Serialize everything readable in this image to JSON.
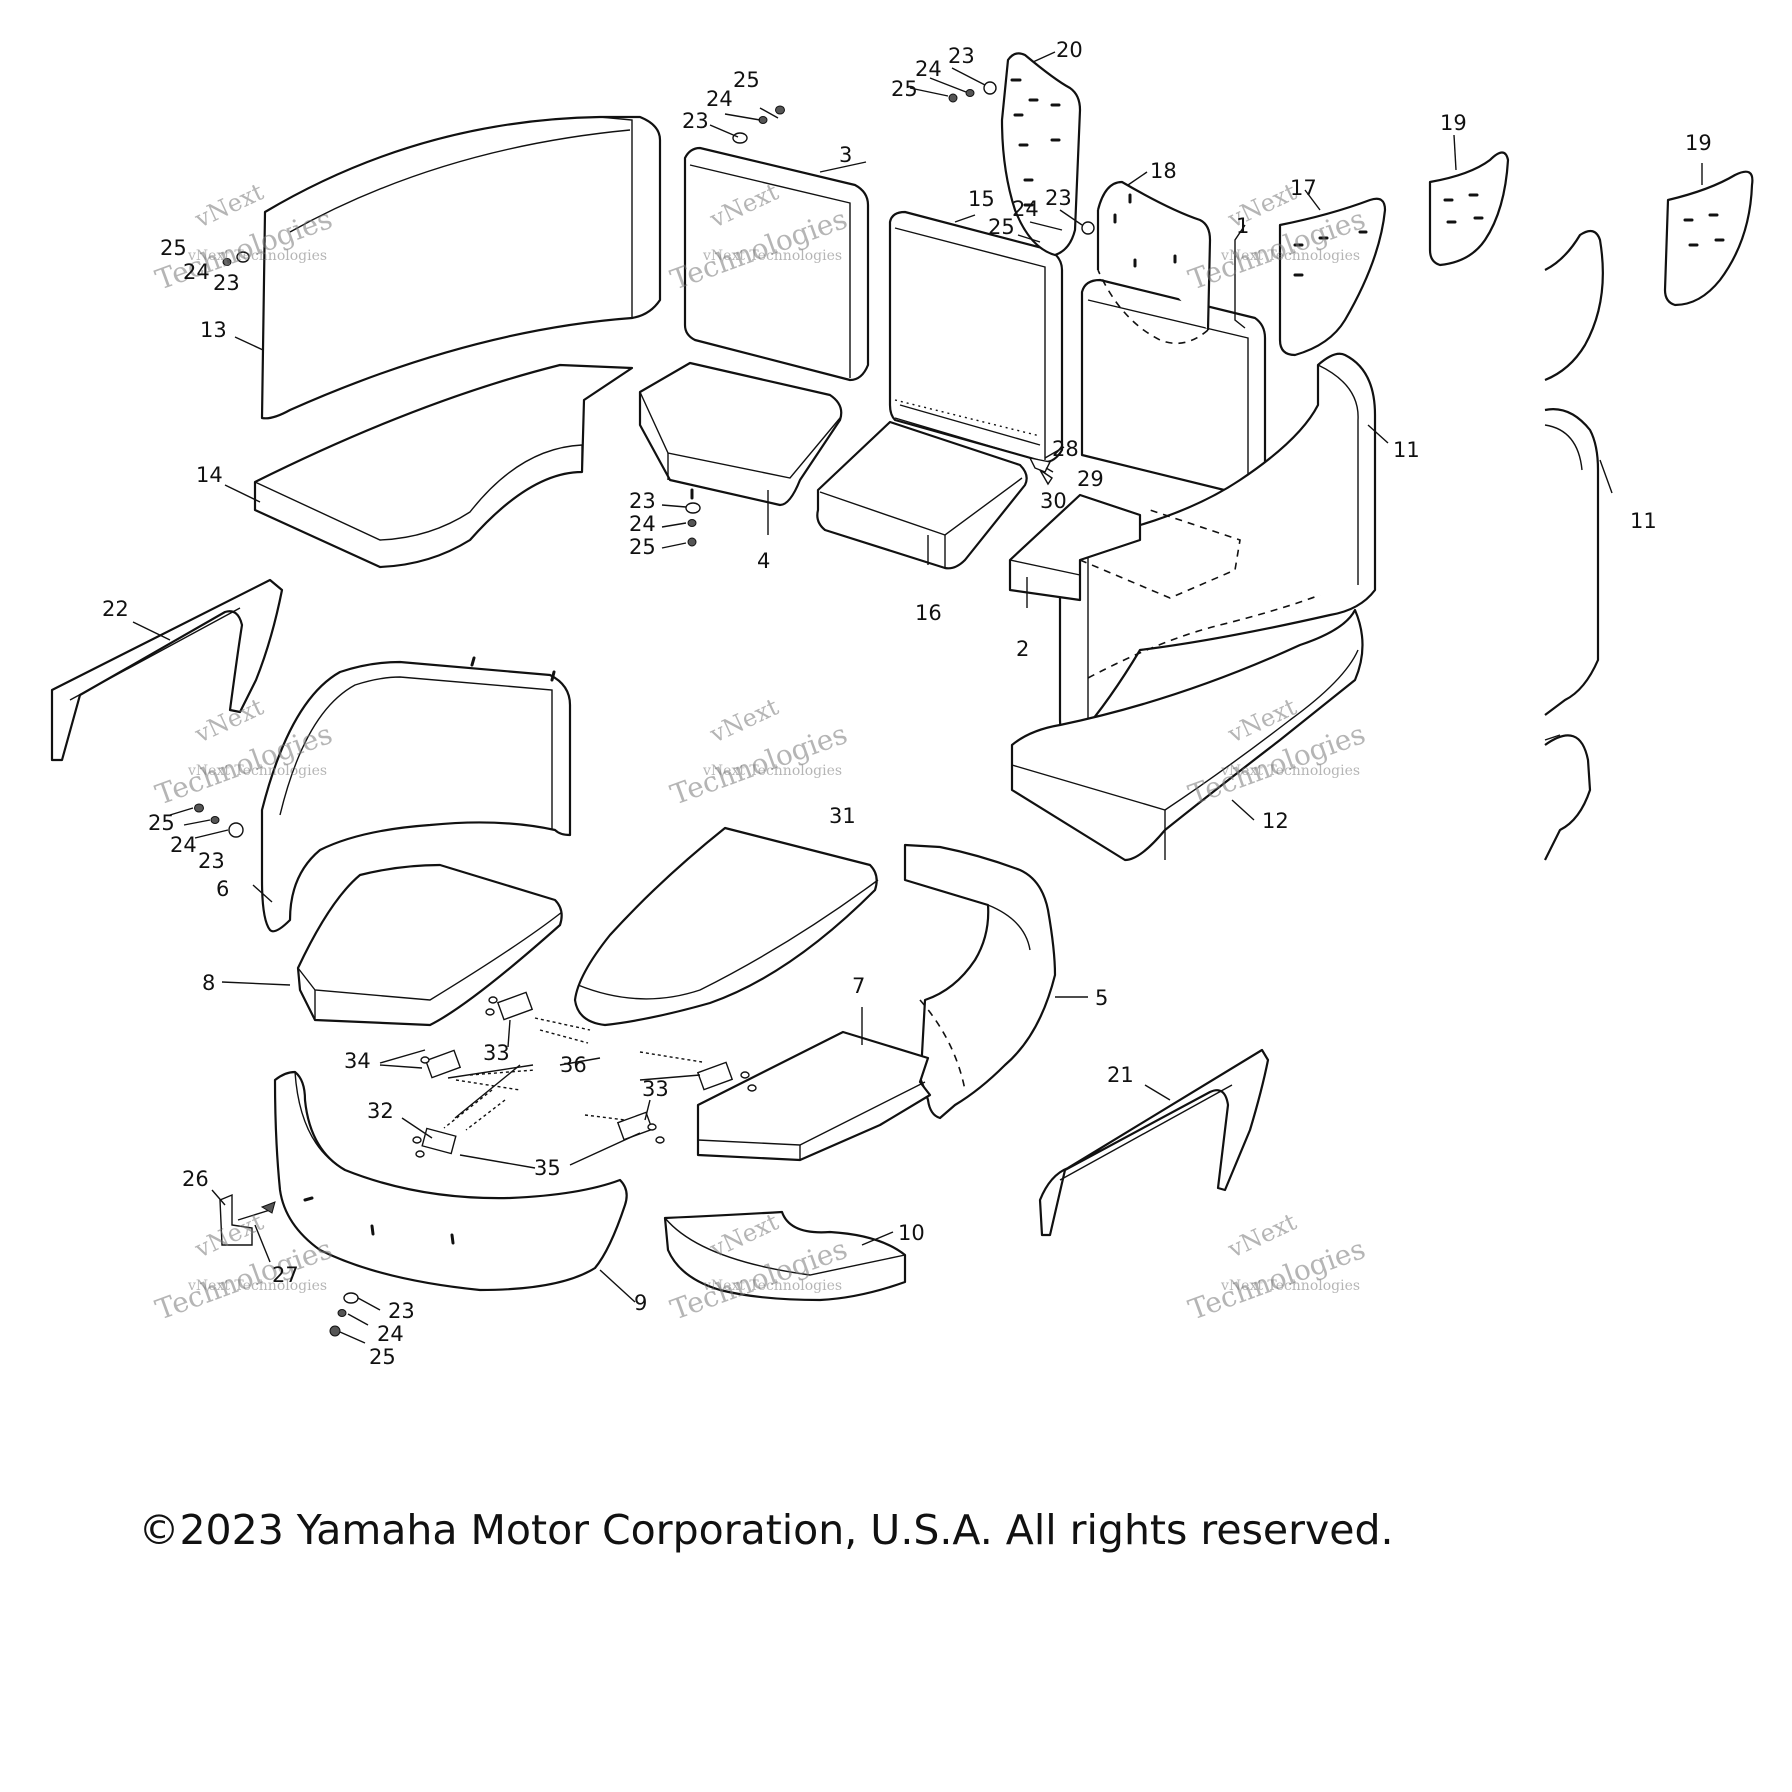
{
  "callouts": [
    "1",
    "2",
    "3",
    "4",
    "5",
    "6",
    "7",
    "8",
    "9",
    "10",
    "11",
    "11",
    "12",
    "13",
    "14",
    "15",
    "16",
    "17",
    "18",
    "19",
    "19",
    "20",
    "21",
    "22",
    "23",
    "23",
    "23",
    "23",
    "23",
    "23",
    "23",
    "24",
    "24",
    "24",
    "24",
    "24",
    "24",
    "24",
    "25",
    "25",
    "25",
    "25",
    "25",
    "25",
    "25",
    "26",
    "27",
    "28",
    "29",
    "30",
    "31",
    "32",
    "33",
    "33",
    "33",
    "34",
    "35",
    "36"
  ],
  "watermark": {
    "line1": "vNext",
    "line2": "vNext Technologies",
    "line3": "Technologies"
  },
  "copyright": "©2023 Yamaha Motor Corporation, U.S.A. All rights reserved."
}
